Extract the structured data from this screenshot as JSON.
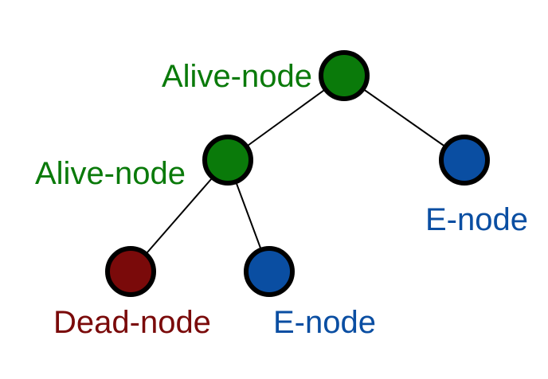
{
  "colors": {
    "alive": "#0a7a0a",
    "e_node": "#0a4ea2",
    "dead": "#7a0a0a",
    "edge": "#000000",
    "outline": "#000000"
  },
  "nodes": [
    {
      "id": "root",
      "label": "Alive-node",
      "kind": "alive"
    },
    {
      "id": "left-child",
      "label": "Alive-node",
      "kind": "alive"
    },
    {
      "id": "right-child",
      "label": "E-node",
      "kind": "e_node"
    },
    {
      "id": "left-left-leaf",
      "label": "Dead-node",
      "kind": "dead"
    },
    {
      "id": "left-right-leaf",
      "label": "E-node",
      "kind": "e_node"
    }
  ],
  "edges": [
    {
      "from": "root",
      "to": "left-child"
    },
    {
      "from": "root",
      "to": "right-child"
    },
    {
      "from": "left-child",
      "to": "left-left-leaf"
    },
    {
      "from": "left-child",
      "to": "left-right-leaf"
    }
  ]
}
